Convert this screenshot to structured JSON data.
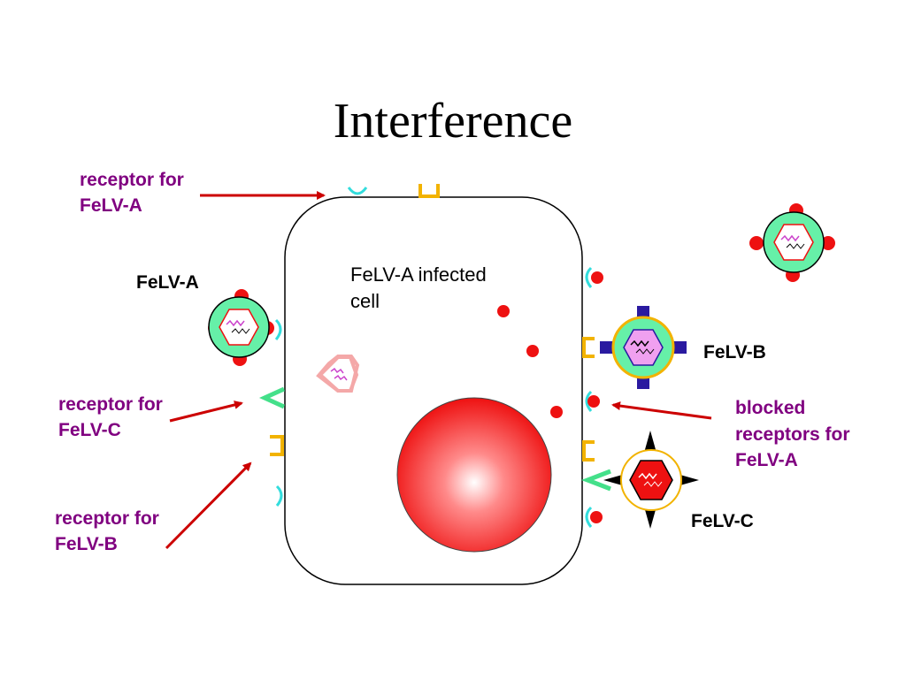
{
  "title": "Interference",
  "cell": {
    "label_line1": "FeLV-A infected",
    "label_line2": "cell"
  },
  "labels": {
    "receptor_a_line1": "receptor for",
    "receptor_a_line2": "FeLV-A",
    "receptor_c_line1": "receptor for",
    "receptor_c_line2": "FeLV-C",
    "receptor_b_line1": "receptor for",
    "receptor_b_line2": "FeLV-B",
    "blocked_line1": "blocked",
    "blocked_line2": "receptors for",
    "blocked_line3": "FeLV-A",
    "virus_a": "FeLV-A",
    "virus_b": "FeLV-B",
    "virus_c": "FeLV-C"
  },
  "colors": {
    "label_purple": "#800080",
    "arrow_red": "#cc0000",
    "receptor_a": "#33dddd",
    "receptor_b": "#f2b300",
    "receptor_c": "#44e08a",
    "virus_envelope": "#66f0a8",
    "envelope_protein_a": "#ee1111",
    "envelope_protein_b": "#2a1aa0",
    "envelope_protein_c": "#000000",
    "nucleus": "#ee1111"
  }
}
